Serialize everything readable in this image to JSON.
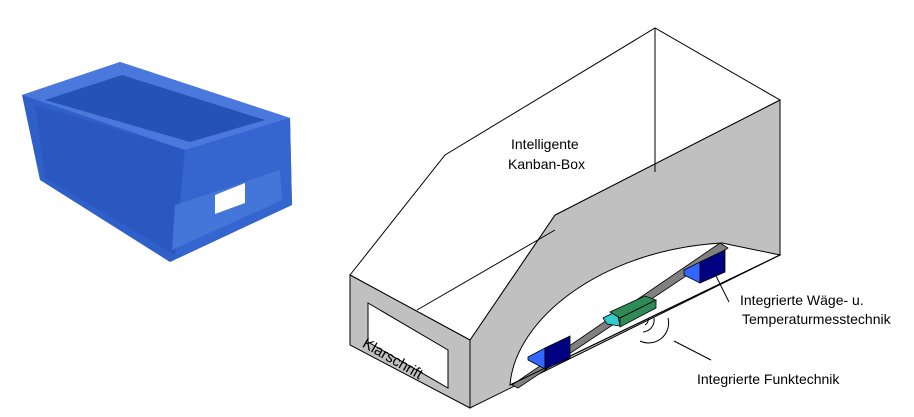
{
  "title_line1": "Intelligente",
  "title_line2": "Kanban-Box",
  "label_klarschrift": "Klarschrift",
  "label_wiege_line1": "Integrierte Wäge- u.",
  "label_wiege_line2": "Temperaturmesstechnik",
  "label_funk": "Integrierte Funktechnik",
  "colors": {
    "bin_blue": "#2f5fc8",
    "panel_gray": "#c0c0c0",
    "sensor_dark": "#000080",
    "sensor_light": "#3366ff",
    "radio_green": "#2e8b57",
    "radio_cyan": "#33cccc"
  }
}
